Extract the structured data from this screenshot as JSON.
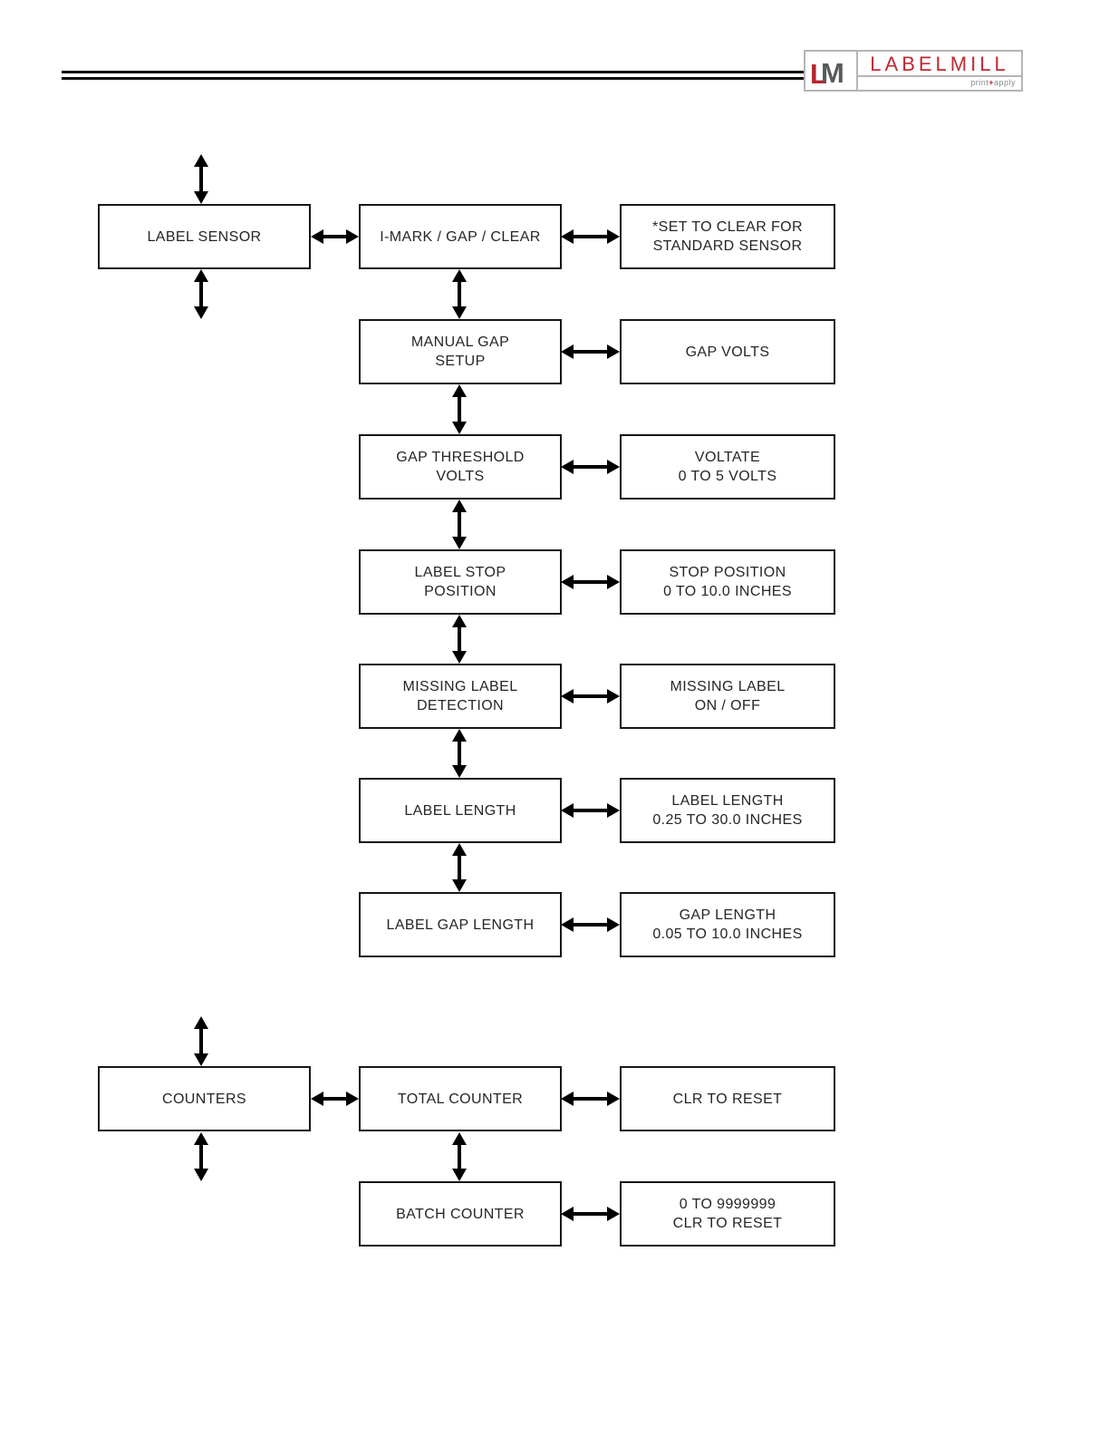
{
  "logo": {
    "mark_l": "L",
    "mark_m": "M",
    "brand": "LABELMILL",
    "tagline_print": "print",
    "tagline_plus": "+",
    "tagline_apply": "apply",
    "colors": {
      "brand_red": "#b5262c",
      "mark_gray": "#58595b",
      "border_gray": "#b3b5b8",
      "tagline_gray": "#85878a"
    }
  },
  "boxes": [
    {
      "id": "label-sensor",
      "label": "LABEL SENSOR"
    },
    {
      "id": "imark-gap-clear",
      "label": "I-MARK / GAP / CLEAR"
    },
    {
      "id": "set-to-clear-note",
      "label": "*SET TO CLEAR FOR\nSTANDARD SENSOR"
    },
    {
      "id": "manual-gap-setup",
      "label": "MANUAL GAP\nSETUP"
    },
    {
      "id": "gap-volts",
      "label": "GAP VOLTS"
    },
    {
      "id": "gap-threshold-volts",
      "label": "GAP THRESHOLD\nVOLTS"
    },
    {
      "id": "voltate-range",
      "label": "VOLTATE\n0 TO 5 VOLTS"
    },
    {
      "id": "label-stop-position",
      "label": "LABEL STOP\nPOSITION"
    },
    {
      "id": "stop-position-range",
      "label": "STOP POSITION\n0 TO 10.0 INCHES"
    },
    {
      "id": "missing-label-detection",
      "label": "MISSING LABEL\nDETECTION"
    },
    {
      "id": "missing-label-on-off",
      "label": "MISSING LABEL\nON / OFF"
    },
    {
      "id": "label-length",
      "label": "LABEL LENGTH"
    },
    {
      "id": "label-length-range",
      "label": "LABEL LENGTH\n0.25 TO 30.0 INCHES"
    },
    {
      "id": "label-gap-length",
      "label": "LABEL GAP LENGTH"
    },
    {
      "id": "gap-length-range",
      "label": "GAP LENGTH\n0.05 TO 10.0 INCHES"
    },
    {
      "id": "counters",
      "label": "COUNTERS"
    },
    {
      "id": "total-counter",
      "label": "TOTAL COUNTER"
    },
    {
      "id": "clr-to-reset",
      "label": "CLR TO RESET"
    },
    {
      "id": "batch-counter",
      "label": "BATCH COUNTER"
    },
    {
      "id": "batch-counter-range",
      "label": "0 TO 9999999\nCLR TO RESET"
    }
  ]
}
